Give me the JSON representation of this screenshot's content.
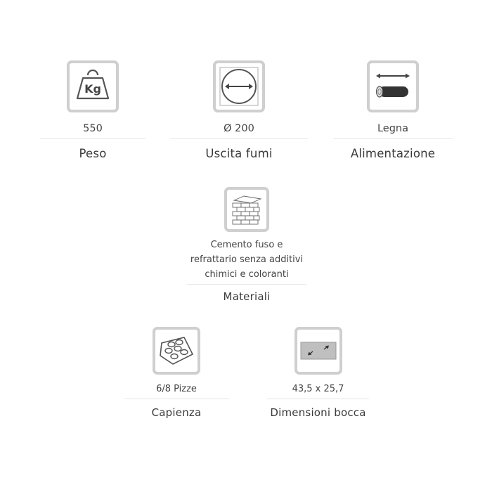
{
  "specs": {
    "peso": {
      "icon": "kg-weight-icon",
      "icon_text": "Kg",
      "value": "550",
      "label": "Peso"
    },
    "uscita_fumi": {
      "icon": "diameter-icon",
      "value": "Ø 200",
      "label": "Uscita fumi"
    },
    "alimentazione": {
      "icon": "wood-log-icon",
      "value": "Legna",
      "label": "Alimentazione"
    },
    "materiali": {
      "icon": "brick-wall-icon",
      "value_lines": [
        "Cemento fuso e",
        "refrattario senza additivi",
        "chimici e coloranti"
      ],
      "label": "Materiali"
    },
    "capienza": {
      "icon": "pizza-capacity-icon",
      "value": "6/8 Pizze",
      "label": "Capienza"
    },
    "dimensioni_bocca": {
      "icon": "oven-mouth-dimensions-icon",
      "value": "43,5 x 25,7",
      "label": "Dimensioni bocca"
    }
  },
  "colors": {
    "icon_border": "#cfcfcf",
    "icon_stroke": "#555555",
    "text": "#3a3a3a",
    "divider": "#e6e6e6"
  }
}
